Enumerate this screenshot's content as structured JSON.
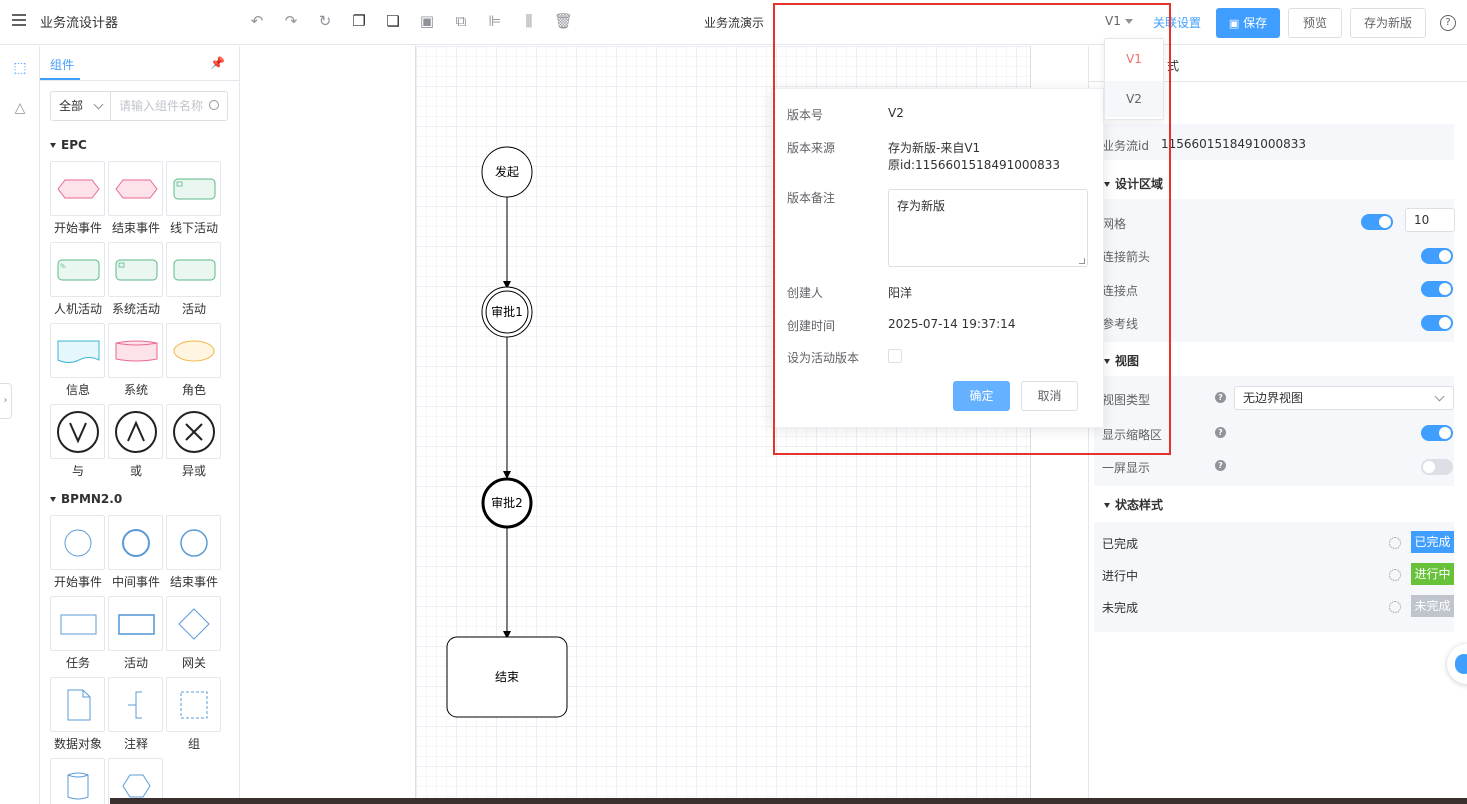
{
  "header": {
    "app_title": "业务流设计器",
    "flow_title": "业务流演示",
    "version_current": "V1",
    "link_settings": "关联设置",
    "save": "保存",
    "preview": "预览",
    "save_as_new": "存为新版",
    "help": "?"
  },
  "version_dropdown": {
    "options": [
      "V1",
      "V2"
    ]
  },
  "components": {
    "tab": "组件",
    "filter_all": "全部",
    "search_placeholder": "请输入组件名称",
    "epc": {
      "title": "EPC",
      "items": [
        "开始事件",
        "结束事件",
        "线下活动",
        "人机活动",
        "系统活动",
        "活动",
        "信息",
        "系统",
        "角色",
        "与",
        "或",
        "异或"
      ]
    },
    "bpmn": {
      "title": "BPMN2.0",
      "items": [
        "开始事件",
        "中间事件",
        "结束事件",
        "任务",
        "活动",
        "网关",
        "数据对象",
        "注释",
        "组"
      ]
    }
  },
  "flow": {
    "nodes": [
      "发起",
      "审批1",
      "审批2",
      "结束"
    ]
  },
  "popover": {
    "version_no_label": "版本号",
    "version_no": "V2",
    "source_label": "版本来源",
    "source_line1": "存为新版-来自V1",
    "source_line2": "原id:1156601518491000833",
    "remark_label": "版本备注",
    "remark": "存为新版",
    "creator_label": "创建人",
    "creator": "阳洋",
    "created_label": "创建时间",
    "created": "2025-07-14 19:37:14",
    "active_label": "设为活动版本",
    "confirm": "确定",
    "cancel": "取消"
  },
  "properties": {
    "tab_partial": "式",
    "flow_id_label": "业务流id",
    "flow_id": "1156601518491000833",
    "design_title": "设计区域",
    "grid_label": "网格",
    "grid_value": "10",
    "arrow_label": "连接箭头",
    "point_label": "连接点",
    "guide_label": "参考线",
    "view_title": "视图",
    "view_type_label": "视图类型",
    "view_type": "无边界视图",
    "minimap_label": "显示缩略区",
    "onescreen_label": "一屏显示",
    "status_title": "状态样式",
    "status": [
      {
        "label": "已完成",
        "badge": "已完成",
        "color": "#409eff"
      },
      {
        "label": "进行中",
        "badge": "进行中",
        "color": "#67c23a"
      },
      {
        "label": "未完成",
        "badge": "未完成",
        "color": "#c0c4cc"
      }
    ]
  }
}
